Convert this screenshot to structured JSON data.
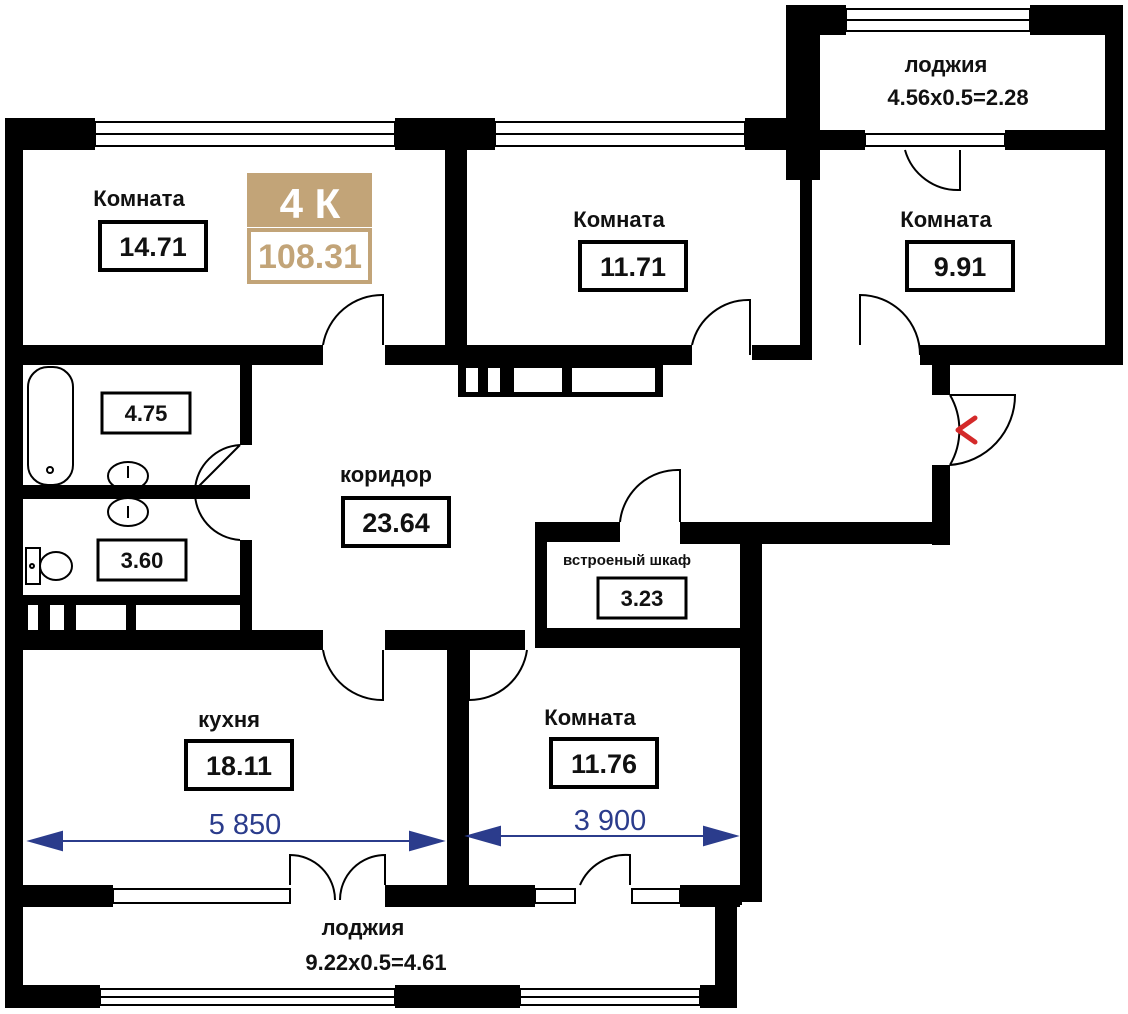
{
  "colors": {
    "wall": "#000000",
    "badge": "#c2a478",
    "dimension": "#2b3c8c",
    "entrance": "#d42a2a"
  },
  "apartment": {
    "type": "4 К",
    "total_area": "108.31"
  },
  "rooms": {
    "room1": {
      "name": "Комната",
      "area": "14.71"
    },
    "room2": {
      "name": "Комната",
      "area": "11.71"
    },
    "room3": {
      "name": "Комната",
      "area": "9.91"
    },
    "room4": {
      "name": "Комната",
      "area": "11.76"
    },
    "bathroom": {
      "area": "4.75"
    },
    "wc": {
      "area": "3.60"
    },
    "corridor": {
      "name": "коридор",
      "area": "23.64"
    },
    "closet": {
      "name": "встроеный шкаф",
      "area": "3.23"
    },
    "kitchen": {
      "name": "кухня",
      "area": "18.11"
    },
    "loggia_top": {
      "name": "лоджия",
      "formula": "4.56x0.5=2.28"
    },
    "loggia_bottom": {
      "name": "лоджия",
      "formula": "9.22x0.5=4.61"
    }
  },
  "dimensions": {
    "kitchen_width": "5 850",
    "room4_width": "3 900"
  },
  "icons": {
    "entrance": "entrance-arrow-icon",
    "bathtub": "bathtub-icon",
    "sink": "sink-icon",
    "toilet": "toilet-icon"
  }
}
